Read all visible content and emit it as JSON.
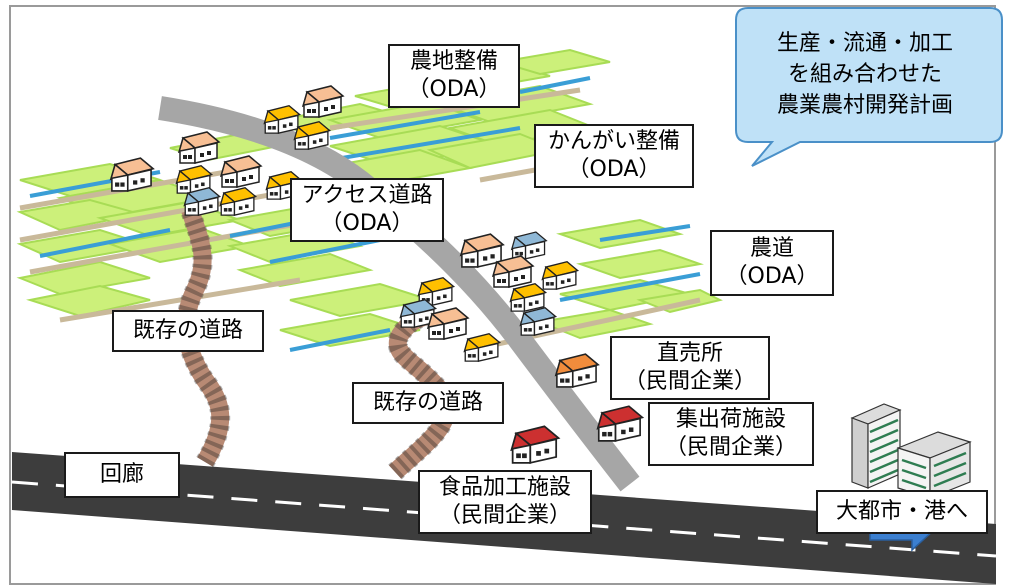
{
  "callout": {
    "lines": [
      "生産・流通・加工",
      "を組み合わせた",
      "農業農村開発計画"
    ]
  },
  "labels": {
    "farmland": [
      "農地整備",
      "（ODA）"
    ],
    "irrigation": [
      "かんがい整備",
      "（ODA）"
    ],
    "access_road": [
      "アクセス道路",
      "（ODA）"
    ],
    "farm_road": [
      "農道",
      "（ODA）"
    ],
    "existing_road_left": "既存の道路",
    "existing_road_center": "既存の道路",
    "direct_sales": [
      "直売所",
      "（民間企業）"
    ],
    "collection": [
      "集出荷施設",
      "（民間企業）"
    ],
    "food_processing": [
      "食品加工施設",
      "（民間企業）"
    ],
    "corridor": "回廊",
    "destination": "大都市・港へ"
  },
  "colors": {
    "field_fill": "#ccf07a",
    "field_border": "#a8dc55",
    "canal": "#3a9ed6",
    "farm_track": "#c9b99a",
    "gray_road": "#a6a6a6",
    "dirt_road": "#b88a74",
    "highway": "#3d3d3d",
    "callout_fill": "#bfe1f7",
    "callout_border": "#4a90c8",
    "arrow": "#3b7fd0",
    "roof_orange_light": "#f7bf94",
    "roof_yellow": "#ffc000",
    "roof_blue": "#8fb8d6",
    "roof_orange": "#f08c3c",
    "roof_red": "#cc3030"
  }
}
